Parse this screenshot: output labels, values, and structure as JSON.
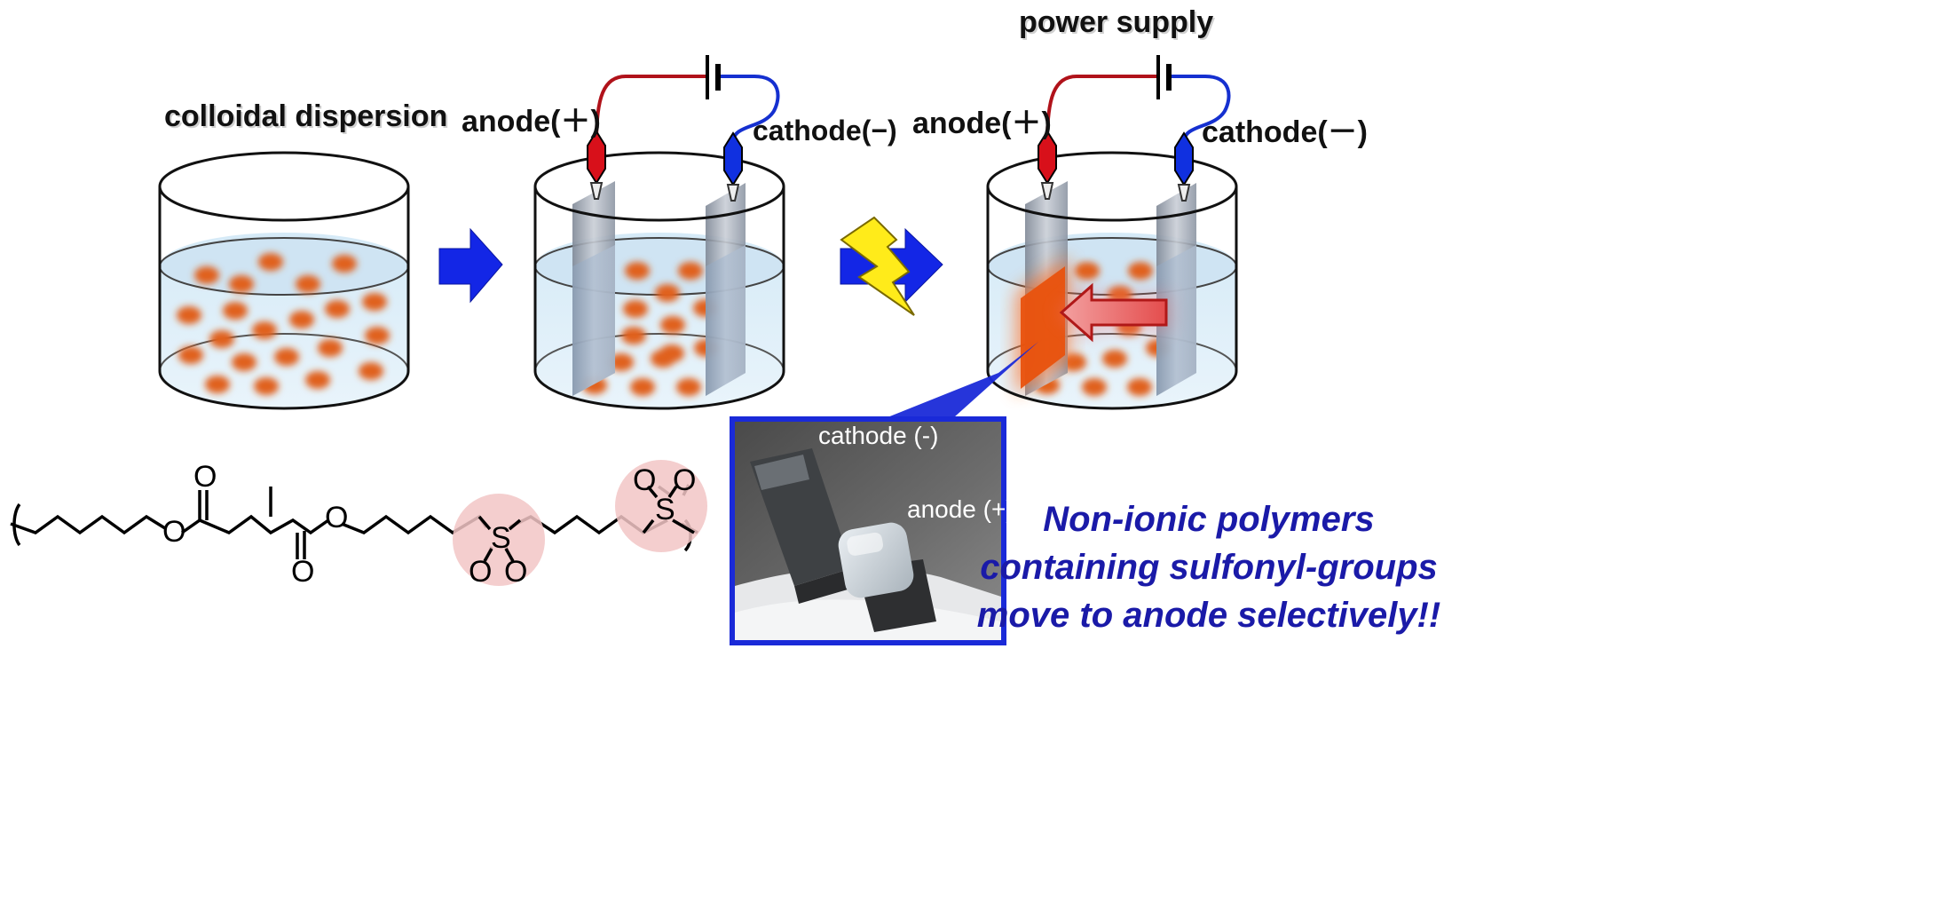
{
  "labels": {
    "colloidal": "colloidal dispersion",
    "anode_mid": "anode(＋)",
    "cathode_mid": "cathode(−)",
    "power": "power supply",
    "anode_right": "anode(＋)",
    "cathode_right": "cathode(－)"
  },
  "chem": {
    "O": "O",
    "S": "S"
  },
  "photo": {
    "cathode": "cathode (-)",
    "anode": "anode (+)"
  },
  "note": [
    "Non-ionic polymers",
    "containing sulfonyl-groups",
    "move to anode selectively!!"
  ],
  "colors": {
    "particle": "#e0601a",
    "liquid": "#d7ebf7",
    "arrow": "#1326e6",
    "note_text": "#1a1aa8",
    "anode_clip": "#d8101a",
    "cathode_clip": "#1030e0",
    "sulfonyl_highlight": "#f2c5c5"
  },
  "icons": [
    "battery-icon",
    "lightning-icon",
    "arrow-right-icon",
    "arrow-left-icon",
    "alligator-clip-icon"
  ]
}
